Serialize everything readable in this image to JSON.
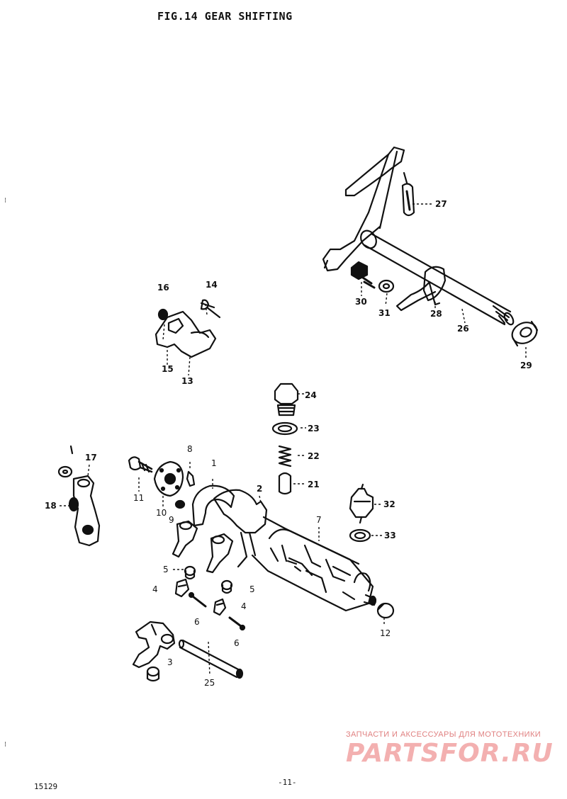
{
  "title": "FIG.14  GEAR SHIFTING",
  "footer": {
    "code": "15129",
    "page": "-11-"
  },
  "watermark": {
    "tagline": "ЗАПЧАСТИ И АКСЕССУАРЫ ДЛЯ МОТОТЕХНИКИ",
    "logo": "PARTSFOR.RU"
  },
  "callouts": {
    "c1": "1",
    "c2": "2",
    "c3a": "3",
    "c3b": "3",
    "c4a": "4",
    "c4b": "4",
    "c5a": "5",
    "c5b": "5",
    "c6a": "6",
    "c6b": "6",
    "c7": "7",
    "c8": "8",
    "c9": "9",
    "c10": "10",
    "c11": "11",
    "c12": "12",
    "c13": "13",
    "c14": "14",
    "c15": "15",
    "c16": "16",
    "c17": "17",
    "c18": "18",
    "c21": "21",
    "c22": "22",
    "c23": "23",
    "c24": "24",
    "c25": "25",
    "c26": "26",
    "c27": "27",
    "c28": "28",
    "c29": "29",
    "c30": "30",
    "c31": "31",
    "c32": "32",
    "c33": "33"
  }
}
